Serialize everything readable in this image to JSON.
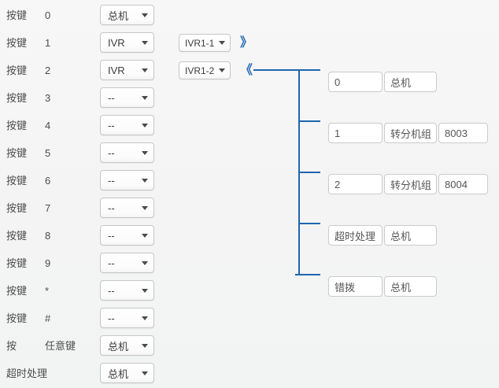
{
  "colors": {
    "accent_blue": "#2a6db6",
    "line_blue": "#1f66ad",
    "select_border": "#c6c6c6",
    "input_border": "#cbcbcb",
    "text": "#4d4d4d",
    "background": "#f5f5f5"
  },
  "keypad": {
    "rows": [
      {
        "label": "按键",
        "key": "0",
        "action": "总机"
      },
      {
        "label": "按键",
        "key": "1",
        "action": "IVR",
        "target": "IVR1-1",
        "toggle": "》"
      },
      {
        "label": "按键",
        "key": "2",
        "action": "IVR",
        "target": "IVR1-2",
        "toggle": "《"
      },
      {
        "label": "按键",
        "key": "3",
        "action": "--"
      },
      {
        "label": "按键",
        "key": "4",
        "action": "--"
      },
      {
        "label": "按键",
        "key": "5",
        "action": "--"
      },
      {
        "label": "按键",
        "key": "6",
        "action": "--"
      },
      {
        "label": "按键",
        "key": "7",
        "action": "--"
      },
      {
        "label": "按键",
        "key": "8",
        "action": "--"
      },
      {
        "label": "按键",
        "key": "9",
        "action": "--"
      },
      {
        "label": "按键",
        "key": "*",
        "action": "--"
      },
      {
        "label": "按键",
        "key": "#",
        "action": "--"
      },
      {
        "label": "按",
        "key": "任意键",
        "action": "总机"
      },
      {
        "label": "超时处理",
        "key": "",
        "action": "总机"
      }
    ]
  },
  "ivr_detail": {
    "rows": [
      {
        "f1": "0",
        "f2": "总机",
        "f3": ""
      },
      {
        "f1": "1",
        "f2": "转分机组",
        "f3": "8003"
      },
      {
        "f1": "2",
        "f2": "转分机组",
        "f3": "8004"
      },
      {
        "f1": "超时处理",
        "f2": "总机",
        "f3": ""
      },
      {
        "f1": "错拨",
        "f2": "总机",
        "f3": ""
      }
    ]
  }
}
